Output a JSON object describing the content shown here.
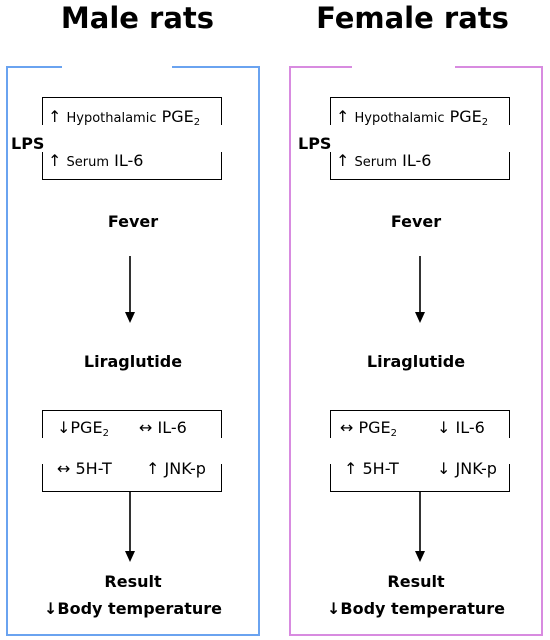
{
  "colors": {
    "male_border": "#6aa3f0",
    "female_border": "#d88be0"
  },
  "panels": [
    {
      "title": "Male rats",
      "lps": "LPS",
      "box1": {
        "row1": {
          "arrow": "↑",
          "prefix": "Hypothalamic",
          "main": "PGE",
          "sub": "2"
        },
        "row2": {
          "arrow": "↑",
          "prefix": "Serum",
          "main": "IL-6"
        }
      },
      "fever": "Fever",
      "drug": "Liraglutide",
      "box2": {
        "r1c1": {
          "arrow": "↓",
          "main": "PGE",
          "sub": "2"
        },
        "r1c2": {
          "arrow": "↔",
          "main": "IL-6"
        },
        "r2c1": {
          "arrow": "↔",
          "main": "5H-T"
        },
        "r2c2": {
          "arrow": "↑",
          "main": "JNK-p"
        }
      },
      "result_label": "Result",
      "result_value": "↓Body temperature"
    },
    {
      "title": "Female rats",
      "lps": "LPS",
      "box1": {
        "row1": {
          "arrow": "↑",
          "prefix": "Hypothalamic",
          "main": "PGE",
          "sub": "2"
        },
        "row2": {
          "arrow": "↑",
          "prefix": "Serum",
          "main": "IL-6"
        }
      },
      "fever": "Fever",
      "drug": "Liraglutide",
      "box2": {
        "r1c1": {
          "arrow": "↔",
          "main": "PGE",
          "sub": "2"
        },
        "r1c2": {
          "arrow": "↓",
          "main": "IL-6"
        },
        "r2c1": {
          "arrow": "↑",
          "main": "5H-T"
        },
        "r2c2": {
          "arrow": "↓",
          "main": "JNK-p"
        }
      },
      "result_label": "Result",
      "result_value": "↓Body temperature"
    }
  ]
}
